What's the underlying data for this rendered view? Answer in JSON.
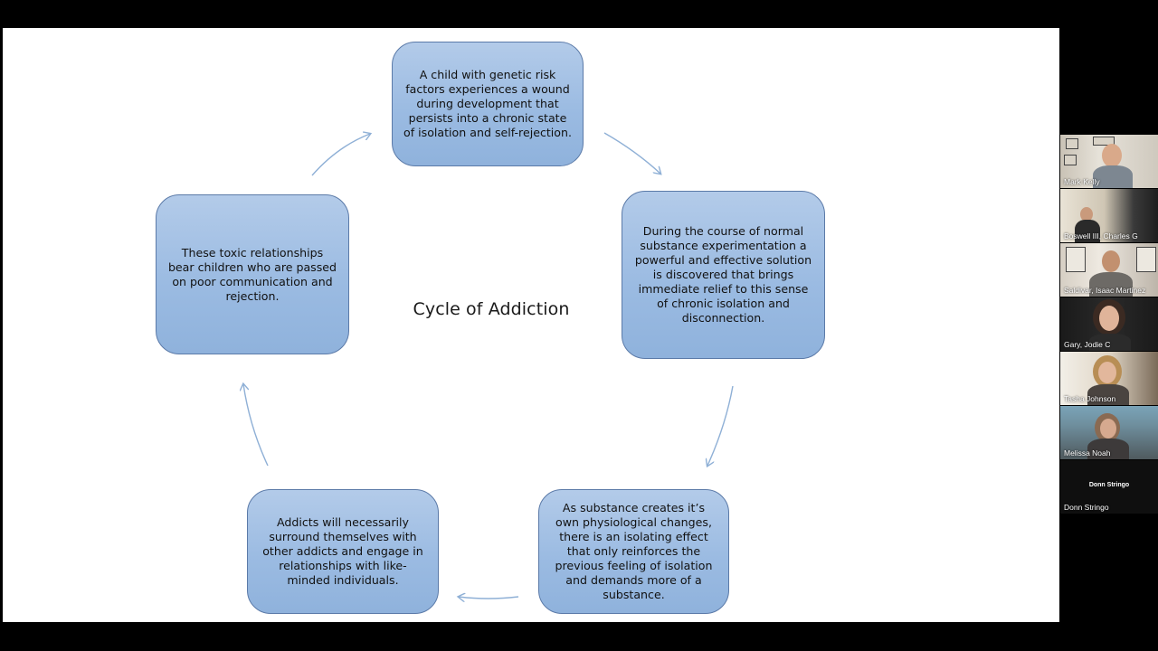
{
  "slide": {
    "title": "Cycle of Addiction",
    "boxes": [
      {
        "text": "A child with genetic risk factors experiences a wound during development that persists into a chronic state of isolation and self-rejection."
      },
      {
        "text": "During the course of normal substance experimentation a powerful and effective solution is discovered that brings immediate relief to this sense of chronic isolation and disconnection."
      },
      {
        "text": "As substance creates it’s own physiological changes, there is an isolating effect that only reinforces the previous feeling of isolation and demands more of a substance."
      },
      {
        "text": "Addicts will necessarily surround themselves with other addicts and engage in relationships with like-minded individuals."
      },
      {
        "text": "These toxic relationships bear children who are passed on poor communication and rejection."
      }
    ]
  },
  "participants": [
    {
      "name": "Mark Kelly"
    },
    {
      "name": "Boswell III, Charles G"
    },
    {
      "name": "Saldivar, Isaac Martinez"
    },
    {
      "name": "Gary, Jodie C"
    },
    {
      "name": "Tasha Johnson"
    },
    {
      "name": "Melissa Noah"
    },
    {
      "name": "Donn Stringo",
      "video_placeholder": "Donn Stringo"
    }
  ],
  "colors": {
    "box_fill": "#9bbbe2",
    "box_border": "#5b7aa8",
    "arrow": "#8fb0d6",
    "background": "#000000"
  }
}
